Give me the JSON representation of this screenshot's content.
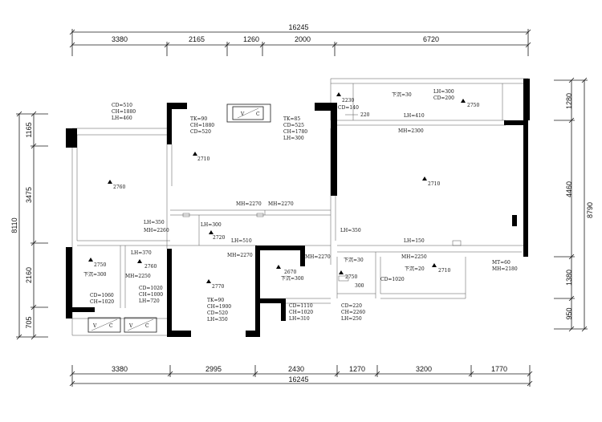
{
  "dims": {
    "top_total": "16245",
    "top_segments": [
      "3380",
      "2165",
      "1260",
      "2000",
      "6720"
    ],
    "bottom_segments": [
      "3380",
      "2995",
      "2430",
      "1270",
      "3200",
      "1770"
    ],
    "bottom_total": "16245",
    "left_total": "8110",
    "left_segments": [
      "1165",
      "3475",
      "2160",
      "705"
    ],
    "right_segments": [
      "1280",
      "4460",
      "1380",
      "950"
    ],
    "right_total": "8790"
  },
  "notes": [
    {
      "id": "tl-cd",
      "lines": [
        "CD=510",
        "CH=1880",
        "LH=460"
      ]
    },
    {
      "id": "tk-left",
      "lines": [
        "TK=90",
        "CH=1880",
        "CD=520"
      ]
    },
    {
      "id": "tk-right",
      "lines": [
        "TK=85",
        "CD=525",
        "CH=1780",
        "LH=300"
      ]
    },
    {
      "id": "tr-2230",
      "lines": [
        "2230",
        "CD=140"
      ]
    },
    {
      "id": "tr-220",
      "lines": [
        "220"
      ]
    },
    {
      "id": "tr-xc",
      "lines": [
        "下沉=30"
      ]
    },
    {
      "id": "tr-lh",
      "lines": [
        "LH=300",
        "CD=200"
      ]
    },
    {
      "id": "tr-lh410",
      "lines": [
        "LH=410"
      ]
    },
    {
      "id": "mh2300",
      "lines": [
        "MH=2300"
      ]
    },
    {
      "id": "mh2270a",
      "lines": [
        "MH=2270"
      ]
    },
    {
      "id": "mh2270b",
      "lines": [
        "MH=2270"
      ]
    },
    {
      "id": "lh350a",
      "lines": [
        "LH=350",
        "MH=2260"
      ]
    },
    {
      "id": "lh300",
      "lines": [
        "LH=300"
      ]
    },
    {
      "id": "lh510",
      "lines": [
        "LH=510"
      ]
    },
    {
      "id": "lh350b",
      "lines": [
        "LH=350"
      ]
    },
    {
      "id": "lh150",
      "lines": [
        "LH=150"
      ]
    },
    {
      "id": "lh370",
      "lines": [
        "LH=370"
      ]
    },
    {
      "id": "mh2250a",
      "lines": [
        "MH=2250"
      ]
    },
    {
      "id": "xc300a",
      "lines": [
        "下沉=300"
      ]
    },
    {
      "id": "cd1020a",
      "lines": [
        "CD=1020",
        "CH=1000",
        "LH=720"
      ]
    },
    {
      "id": "cd1060",
      "lines": [
        "CD=1060",
        "CH=1020"
      ]
    },
    {
      "id": "mh2270c",
      "lines": [
        "MH=2270"
      ]
    },
    {
      "id": "mh2270d",
      "lines": [
        "MH=2270"
      ]
    },
    {
      "id": "xc300b",
      "lines": [
        "下沉=300"
      ]
    },
    {
      "id": "tk90",
      "lines": [
        "TK=90",
        "CH=1900",
        "CD=520",
        "LH=350"
      ]
    },
    {
      "id": "cd1110",
      "lines": [
        "CD=1110",
        "CH=1020",
        "LH=310"
      ]
    },
    {
      "id": "cd220",
      "lines": [
        "CD=220",
        "CH=2260",
        "LH=250"
      ]
    },
    {
      "id": "xc30",
      "lines": [
        "下沉=30"
      ]
    },
    {
      "id": "n300",
      "lines": [
        "300"
      ]
    },
    {
      "id": "cd1020b",
      "lines": [
        "CD=1020"
      ]
    },
    {
      "id": "mh2250b",
      "lines": [
        "MH=2250"
      ]
    },
    {
      "id": "xc20",
      "lines": [
        "下沉=20"
      ]
    },
    {
      "id": "mt60",
      "lines": [
        "MT=60",
        "MH=2180"
      ]
    }
  ],
  "levels": [
    {
      "id": "l2750-top",
      "label": "2750"
    },
    {
      "id": "l2710-a",
      "label": "2710"
    },
    {
      "id": "l2760-a",
      "label": "2760"
    },
    {
      "id": "l2710-b",
      "label": "2710"
    },
    {
      "id": "l2720",
      "label": "2720"
    },
    {
      "id": "l2750-a",
      "label": "2750"
    },
    {
      "id": "l2760-b",
      "label": "2760"
    },
    {
      "id": "l2770",
      "label": "2770"
    },
    {
      "id": "l2670",
      "label": "2670"
    },
    {
      "id": "l2750-b",
      "label": "2750"
    },
    {
      "id": "l2710-c",
      "label": "2710"
    }
  ],
  "fixtures": [
    {
      "id": "ac-top",
      "left": "V",
      "right": "C"
    },
    {
      "id": "ac-bl1",
      "left": "V",
      "right": "C"
    },
    {
      "id": "ac-bl2",
      "left": "V",
      "right": "C"
    }
  ]
}
